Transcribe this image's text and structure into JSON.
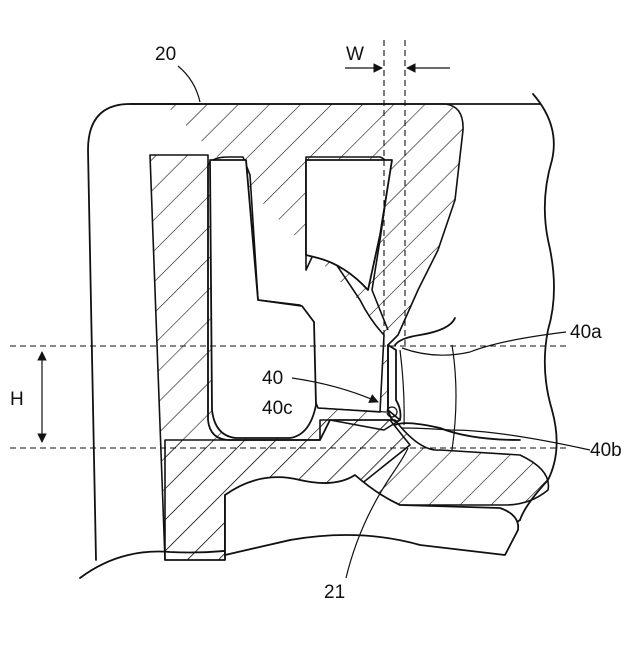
{
  "labels": {
    "part_20": "20",
    "part_21": "21",
    "width_W": "W",
    "height_H": "H",
    "lip_40": "40",
    "point_40a": "40a",
    "point_40b": "40b",
    "point_40c": "40c"
  }
}
